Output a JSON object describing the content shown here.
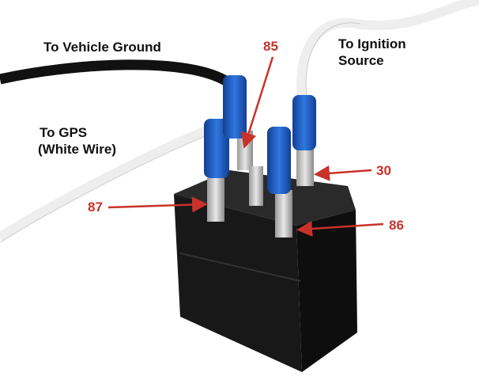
{
  "labels": {
    "vehicle_ground": "To Vehicle Ground",
    "ignition_line1": "To Ignition",
    "ignition_line2": "Source",
    "gps_line1": "To GPS",
    "gps_line2": "(White Wire)"
  },
  "pins": {
    "p85": "85",
    "p30": "30",
    "p87": "87",
    "p86": "86"
  },
  "colors": {
    "pin_label": "#c8322a",
    "connector": "#1f5fc4",
    "relay": "#151515",
    "wire_black": "#111111",
    "wire_white": "#f2f2f2"
  }
}
